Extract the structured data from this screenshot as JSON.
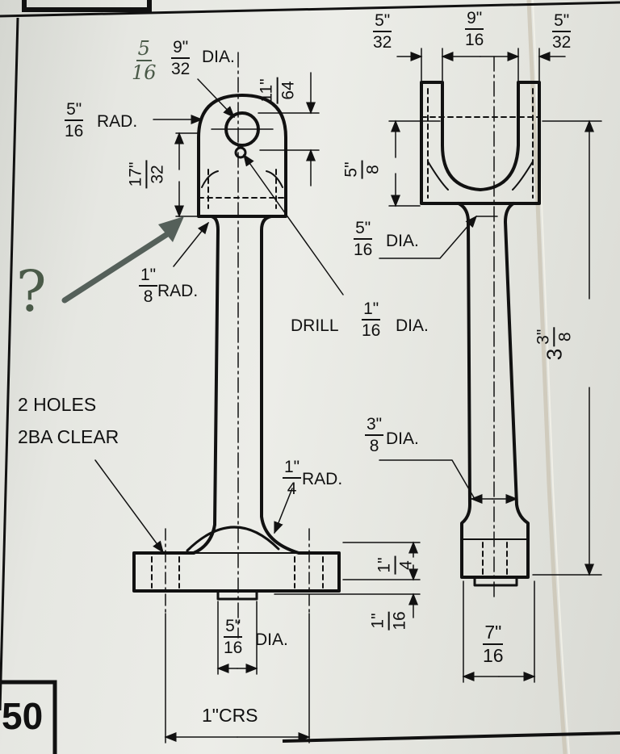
{
  "sheet": {
    "plate_number": "50"
  },
  "labels": {
    "top_left_dia": {
      "num": "9\"",
      "den": "32",
      "suffix": "DIA."
    },
    "handwritten_note": {
      "num": "5",
      "den": "16"
    },
    "top_rad": {
      "num": "5\"",
      "den": "16",
      "suffix": "RAD."
    },
    "boss_drop": {
      "num": "11\"",
      "den": "64"
    },
    "boss_height": {
      "num": "17\"",
      "den": "32"
    },
    "fillet_rad": {
      "num": "1\"",
      "den": "8",
      "suffix": "RAD."
    },
    "drill": {
      "prefix": "DRILL",
      "num": "1\"",
      "den": "16",
      "suffix": "DIA."
    },
    "holes_line1": "2 HOLES",
    "holes_line2": "2BA CLEAR",
    "base_rad": {
      "num": "1\"",
      "den": "4",
      "suffix": "RAD."
    },
    "base_thick": {
      "num": "1\"",
      "den": "4"
    },
    "spigot_thick": {
      "num": "1\"",
      "den": "16"
    },
    "spigot_dia": {
      "num": "5\"",
      "den": "16",
      "suffix": "DIA."
    },
    "centres": "1\"CRS",
    "fork_side_left": {
      "num": "5\"",
      "den": "32"
    },
    "fork_gap": {
      "num": "9\"",
      "den": "16"
    },
    "fork_side_right": {
      "num": "5\"",
      "den": "32"
    },
    "fork_depth": {
      "num": "5\"",
      "den": "8"
    },
    "shank_dia": {
      "num": "5\"",
      "den": "16",
      "suffix": "DIA."
    },
    "rod_dia": {
      "num": "3\"",
      "den": "8",
      "suffix": "DIA."
    },
    "overall_whole": "3",
    "overall_frac": {
      "num": "3\"",
      "den": "8"
    },
    "foot_width": {
      "num": "7\"",
      "den": "16"
    },
    "question_mark": "?"
  },
  "colors": {
    "ink": "#111111",
    "paper": "#e8e9e4",
    "annotation": "#55605a"
  }
}
